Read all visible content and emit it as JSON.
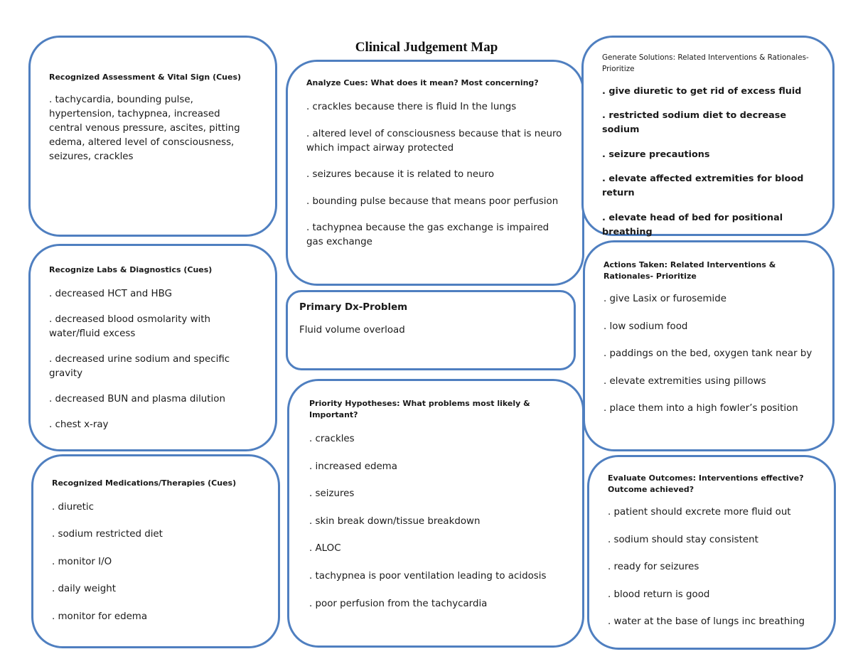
{
  "title": "Clinical Judgement Map",
  "assessment": {
    "heading": "Recognized Assessment & Vital Sign (Cues)",
    "text": ". tachycardia, bounding pulse, hypertension, tachypnea, increased central venous pressure, ascites, pitting edema, altered level of consciousness, seizures, crackles"
  },
  "labs": {
    "heading": "Recognize Labs & Diagnostics (Cues)",
    "items": [
      ". decreased HCT and HBG",
      ". decreased blood osmolarity with water/fluid excess",
      ". decreased urine sodium and specific gravity",
      ". decreased BUN and plasma dilution",
      ". chest x-ray"
    ]
  },
  "medications": {
    "heading": "Recognized Medications/Therapies (Cues)",
    "items": [
      ". diuretic",
      ". sodium restricted diet",
      ". monitor I/O",
      ". daily weight",
      ".  monitor for edema"
    ]
  },
  "analyze": {
    "heading": "Analyze Cues: What does it mean? Most concerning?",
    "items": [
      ". crackles because there is fluid In the lungs",
      ". altered level of consciousness because that is neuro which impact airway protected",
      ". seizures because it is related to neuro",
      ". bounding pulse because that means poor perfusion",
      ". tachypnea because the gas exchange is impaired gas exchange"
    ]
  },
  "primary": {
    "heading": "Primary Dx-Problem",
    "text": "Fluid volume overload"
  },
  "priority": {
    "heading": "Priority Hypotheses: What problems most likely & Important?",
    "items": [
      ". crackles",
      ". increased edema",
      ". seizures",
      ". skin break down/tissue breakdown",
      ". ALOC",
      ". tachypnea is poor ventilation leading to acidosis",
      ". poor perfusion from the tachycardia"
    ]
  },
  "generate": {
    "heading": "Generate Solutions: Related Interventions & Rationales- Prioritize",
    "items": [
      ". give diuretic to get rid of excess fluid",
      ". restricted sodium diet to decrease sodium",
      ". seizure precautions",
      ". elevate affected extremities for blood return",
      ". elevate head of bed for positional breathing",
      "."
    ]
  },
  "actions": {
    "heading": "Actions Taken: Related Interventions & Rationales- Prioritize",
    "items": [
      ". give Lasix or furosemide",
      ". low sodium food",
      ". paddings on the bed, oxygen tank near by",
      ". elevate extremities using pillows",
      ". place them into a high fowler’s position"
    ]
  },
  "evaluate": {
    "heading": "Evaluate Outcomes: Interventions effective? Outcome achieved?",
    "items": [
      ". patient should excrete more fluid out",
      ". sodium should stay consistent",
      ". ready for seizures",
      ". blood return is good",
      ". water at the base of lungs inc breathing"
    ]
  }
}
